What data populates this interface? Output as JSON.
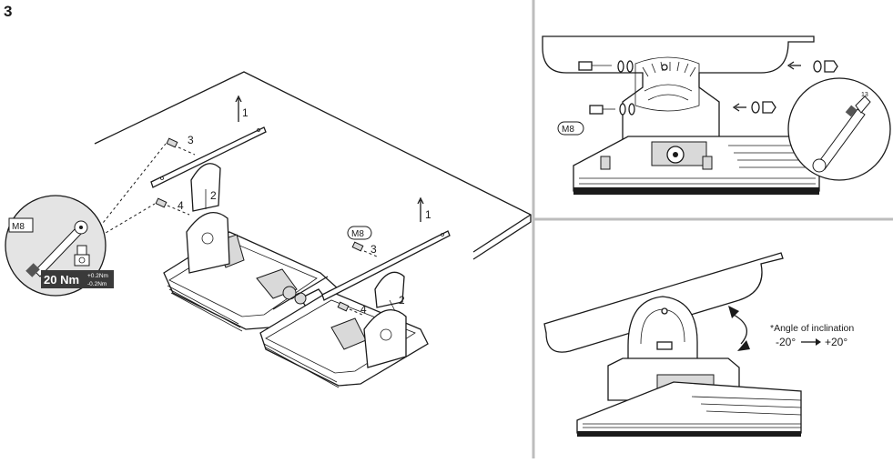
{
  "step_number": "3",
  "callouts": {
    "bracket": "1",
    "arm": "2",
    "bolt": "3",
    "nut": "4"
  },
  "bolt_size": "M8",
  "torque": {
    "value": "20 Nm",
    "tol_plus": "+0.2Nm",
    "tol_minus": "-0.2Nm"
  },
  "wrench_size": "13",
  "inclination": {
    "label": "*Angle of inclination",
    "min": "-20°",
    "max": "+20°"
  }
}
